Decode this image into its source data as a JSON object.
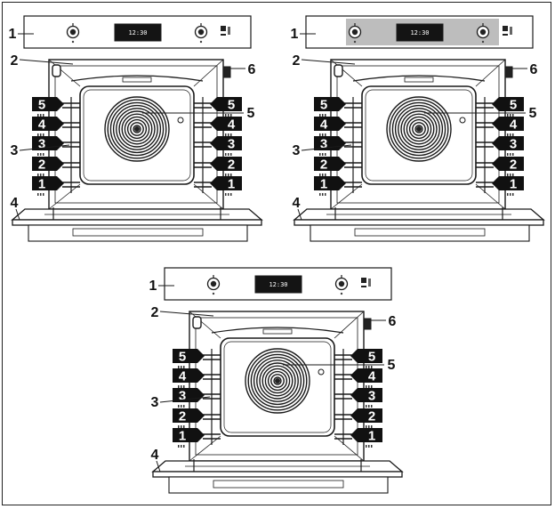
{
  "labels": {
    "control_panel": "1",
    "lamp": "2",
    "shelf_supports": "3",
    "door": "4",
    "fan": "5",
    "door_switch": "6"
  },
  "display_time": "12:30",
  "shelf_levels": [
    "5",
    "4",
    "3",
    "2",
    "1"
  ],
  "variants": [
    {
      "id": "A",
      "panel": "plain"
    },
    {
      "id": "B",
      "panel": "band"
    },
    {
      "id": "C",
      "panel": "plain"
    }
  ]
}
